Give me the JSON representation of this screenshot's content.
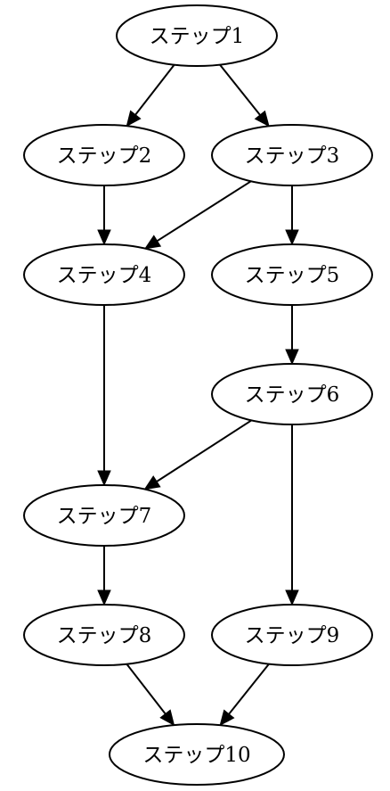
{
  "diagram": {
    "nodes": [
      {
        "id": "n1",
        "label": "ステップ1"
      },
      {
        "id": "n2",
        "label": "ステップ2"
      },
      {
        "id": "n3",
        "label": "ステップ3"
      },
      {
        "id": "n4",
        "label": "ステップ4"
      },
      {
        "id": "n5",
        "label": "ステップ5"
      },
      {
        "id": "n6",
        "label": "ステップ6"
      },
      {
        "id": "n7",
        "label": "ステップ7"
      },
      {
        "id": "n8",
        "label": "ステップ8"
      },
      {
        "id": "n9",
        "label": "ステップ9"
      },
      {
        "id": "n10",
        "label": "ステップ10"
      }
    ],
    "edges": [
      {
        "from": "n1",
        "to": "n2"
      },
      {
        "from": "n1",
        "to": "n3"
      },
      {
        "from": "n2",
        "to": "n4"
      },
      {
        "from": "n3",
        "to": "n4"
      },
      {
        "from": "n3",
        "to": "n5"
      },
      {
        "from": "n4",
        "to": "n7"
      },
      {
        "from": "n5",
        "to": "n6"
      },
      {
        "from": "n6",
        "to": "n7"
      },
      {
        "from": "n6",
        "to": "n9"
      },
      {
        "from": "n7",
        "to": "n8"
      },
      {
        "from": "n8",
        "to": "n10"
      },
      {
        "from": "n9",
        "to": "n10"
      }
    ]
  }
}
